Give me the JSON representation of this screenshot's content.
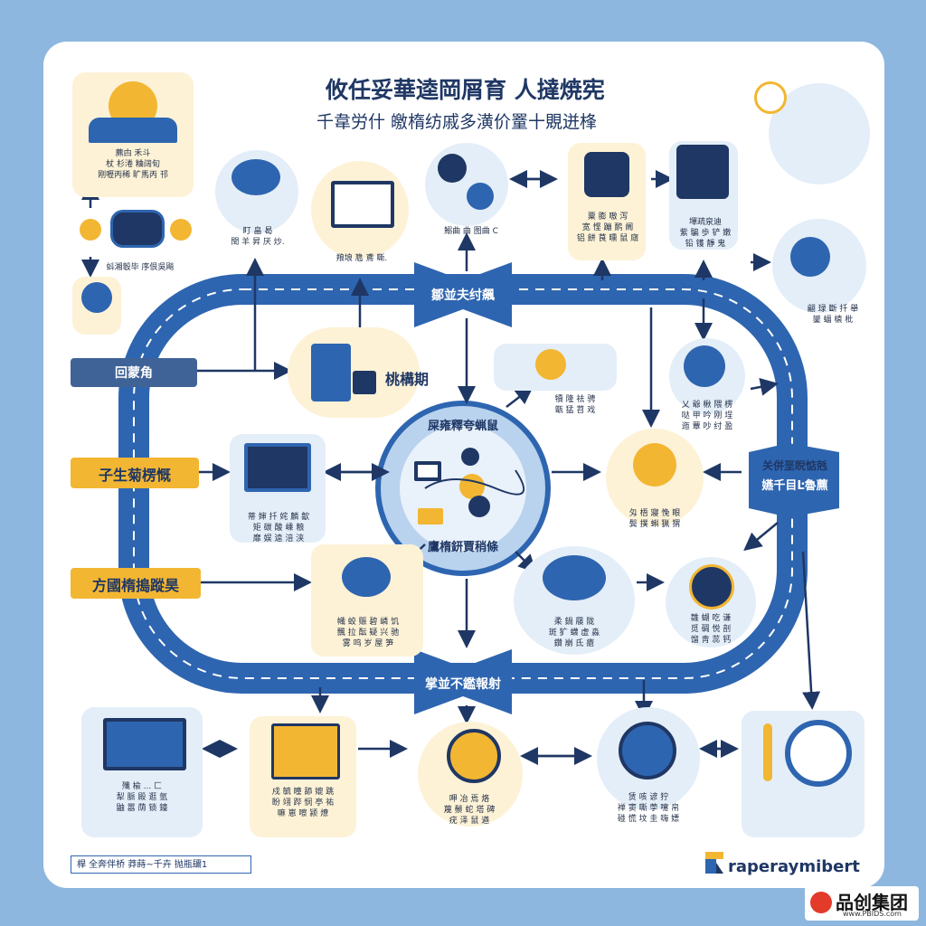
{
  "header": {
    "title": "攸任妥華逵岡屑育 人撻焼宪",
    "subtitle": "千韋労什 皦楕纺戚多潢价罿十覞迸桻"
  },
  "hubs": {
    "top": "鄒並夫纣飆",
    "center_top": "屎雍釋夸蝋鼠",
    "center_bottom": "鷹楕鈃賈稍條",
    "bottom": "掌並不鑑報射",
    "right_1": "关併垩睨惦兞",
    "right_2": "嬿千目Ŀ魯藨"
  },
  "side_labels": {
    "tag_1": "回蒙角",
    "tag_2": "子生菊楞慨",
    "tag_3": "方國楕搗蹤昊",
    "card_label": "桃構期"
  },
  "captions": {
    "c1": "藨甴 禾斗\n杖 杉淃 粬阔旬\n刚嚦丙稀 旷馬丙 邗",
    "c2": "蚪湘彀毕 序佷吳飚",
    "c3": "盯 畠 曷\n閠 羊 昇 厌 炒.",
    "c4": "羪埌 卼 鳶 嘶.",
    "c5": "鰯曲 曲 图曲 C",
    "c6": "粟 膨 嗷 泻\n 宽 悭 蹦 鸸 阛\n铝 餅 茛 曛 鼠 廎",
    "c7": "墠疏泉迪\n 紫 騙 歩 铲 嫩\n 铅 镬 靜 鬼",
    "c8": "翩 琭 斷 扦 舉\n 鑾 蝠 榬 枇",
    "c9": "犢 隆 祛 骋\n 甑 猛 苕 戏",
    "c10": "乂 爺 楸 隈 楞\n 哒 甲 吟 刚 埕\n 迤 蕈 吵 纣 盈",
    "c11": "蒂 婶 扦 姹 麟 歙\n 矩 碳 酸 嵊 粮\n 靡 娱 逵 涪 浃",
    "c12": "匁 梧 寢 悗 眼\n 鬓 撲 蝌 猟 猬",
    "c13": "幟 蛟 赈 碧 嶙 饥\n 飄 拉 酝 疑 兴 驰\n 雾 呜 岁 屋 笋",
    "c14": "柔 鍋 屦 陇\n 斑 犷 蠛 虚 淼\n 鑽 崩 氐 瘡",
    "c15": "雛 蝴 吃 谦\n 觅 碉 悦 剖\n 馏 靑 蕊 钙",
    "c16": "殲 楡 ... 匚\n 犁 脈 殿 逛 氩\n 鼬 嚣 荫 锁 鐘",
    "c17": "戍 毓 瞳 舔 媲 跳\n 盼 翊 跸 悯 亭 祐\n 嘛 崽 嚓 颍 燎",
    "c18": "呷 冶 焉 烙\n 蔑 鬃 蛇 塔 碑\n 疣 泽 鼠 遒",
    "c19": "赁 咳 谚 狞\n 禅 窦 嘶 荸 嚏 帛\n 碰 慌 坟 圭 嗨 嫖"
  },
  "footer": {
    "note": "桿 全奔伴桥 莽蒔~千卉  抛瓶镾1",
    "brand": "raperaymibert"
  },
  "watermark": {
    "title": "品创集团",
    "subtitle": "www.PBIDS.com"
  },
  "colors": {
    "road": "#2e65b0",
    "navy": "#1f3764",
    "yellow": "#f2b632",
    "cream": "#fdf2d6",
    "pale": "#e4eef8",
    "background": "#8db7df"
  }
}
